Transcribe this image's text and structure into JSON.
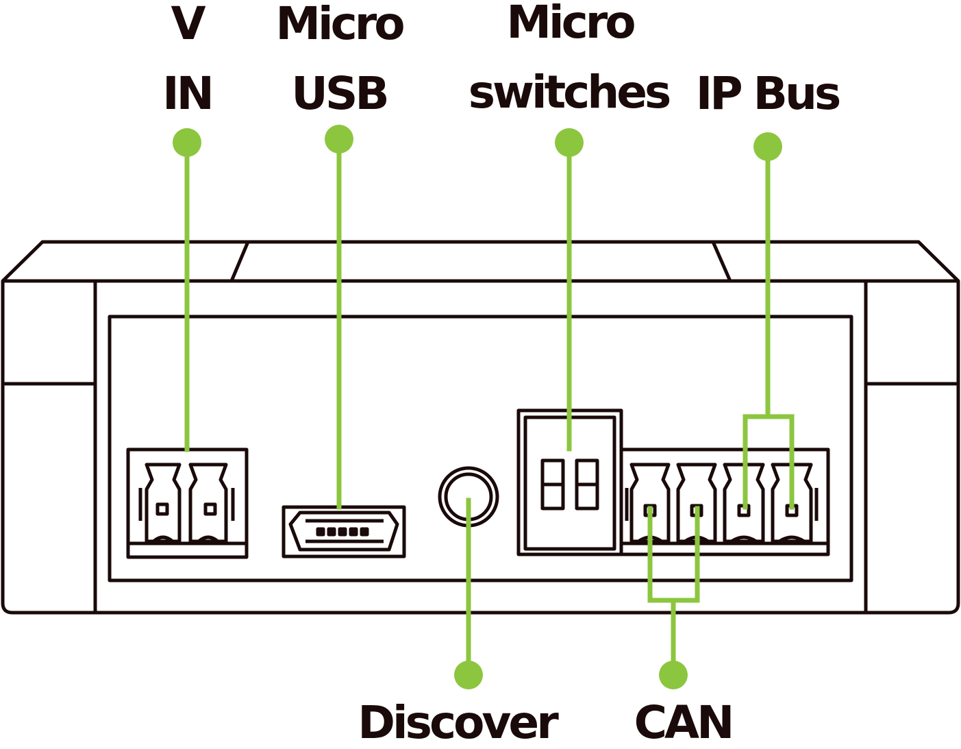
{
  "colors": {
    "outline": "#1a0a0a",
    "leader": "#8cc63f",
    "background": "#ffffff"
  },
  "labels": {
    "vin_line1": "V",
    "vin_line2": "IN",
    "micro_usb_line1": "Micro",
    "micro_usb_line2": "USB",
    "micro_switches_line1": "Micro",
    "micro_switches_line2": "switches",
    "ip_bus": "IP Bus",
    "discover": "Discover",
    "can": "CAN"
  }
}
